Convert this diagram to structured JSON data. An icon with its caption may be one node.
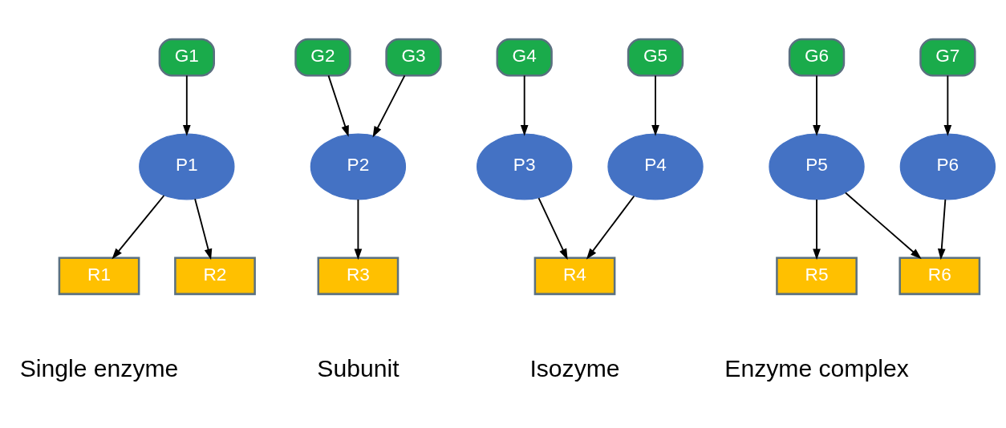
{
  "diagram": {
    "nodes": [
      {
        "text": [
          "G1"
        ]
      },
      {
        "text": [
          "G2"
        ]
      },
      {
        "text": [
          "G3"
        ]
      },
      {
        "text": [
          "G4"
        ]
      },
      {
        "text": [
          "G5"
        ]
      },
      {
        "text": [
          "G6"
        ]
      },
      {
        "text": [
          "G7"
        ]
      },
      {
        "text": [
          "P1"
        ]
      },
      {
        "text": [
          "P2"
        ]
      },
      {
        "text": [
          "P3"
        ]
      },
      {
        "text": [
          "P4"
        ]
      },
      {
        "text": [
          "P5"
        ]
      },
      {
        "text": [
          "P6"
        ]
      },
      {
        "text": [
          "R1"
        ]
      },
      {
        "text": [
          "R2"
        ]
      },
      {
        "text": [
          "R3"
        ]
      },
      {
        "text": [
          "R4"
        ]
      },
      {
        "text": [
          "R5"
        ]
      },
      {
        "text": [
          "R6"
        ]
      }
    ],
    "edges": [
      {
        "from": 0,
        "to": 7,
        "arrow": "to"
      },
      {
        "from": 1,
        "to": 8,
        "arrow": "to"
      },
      {
        "from": 2,
        "to": 8,
        "arrow": "to"
      },
      {
        "from": 3,
        "to": 9,
        "arrow": "to"
      },
      {
        "from": 4,
        "to": 10,
        "arrow": "to"
      },
      {
        "from": 5,
        "to": 11,
        "arrow": "to"
      },
      {
        "from": 6,
        "to": 12,
        "arrow": "to"
      },
      {
        "from": 7,
        "to": 13,
        "arrow": "to"
      },
      {
        "from": 7,
        "to": 14,
        "arrow": "to"
      },
      {
        "from": 8,
        "to": 15,
        "arrow": "to"
      },
      {
        "from": 9,
        "to": 16,
        "arrow": "to"
      },
      {
        "from": 10,
        "to": 16,
        "arrow": "to"
      },
      {
        "from": 11,
        "to": 17,
        "arrow": "to"
      },
      {
        "from": 11,
        "to": 18,
        "arrow": "to"
      },
      {
        "from": 12,
        "to": 18,
        "arrow": "to"
      }
    ],
    "labels": [
      "Single enzyme",
      "Subunit",
      "Isozyme",
      "Enzyme complex"
    ]
  }
}
